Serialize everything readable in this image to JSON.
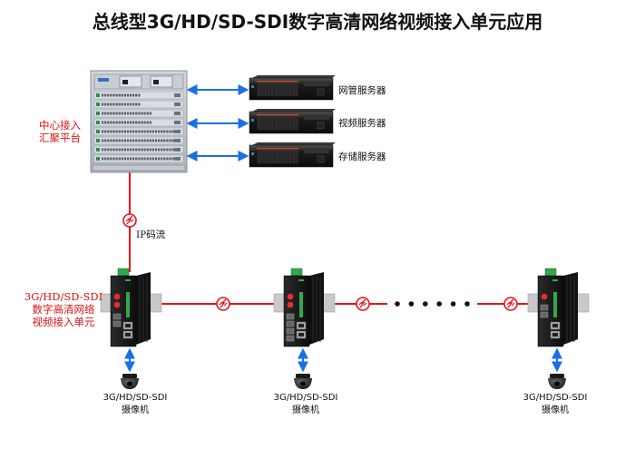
{
  "title": "总线型3G/HD/SD-SDI数字高清网络视频接入单元应用",
  "core": {
    "label_line1": "中心接入",
    "label_line2": "汇聚平台",
    "icon": "chassis-switch-icon"
  },
  "servers": [
    {
      "label": "网管服务器",
      "icon": "rack-server-icon"
    },
    {
      "label": "视频服务器",
      "icon": "rack-server-icon"
    },
    {
      "label": "存储服务器",
      "icon": "rack-server-icon"
    }
  ],
  "uplink": {
    "label": "IP码流",
    "icon": "fiber-link-icon"
  },
  "unit_label": {
    "line1": "3G/HD/SD-SDI",
    "line2": "数字高清网络",
    "line3": "视频接入单元"
  },
  "nodes": [
    {
      "camera_line1": "3G/HD/SD-SDI",
      "camera_line2": "摄像机"
    },
    {
      "camera_line1": "3G/HD/SD-SDI",
      "camera_line2": "摄像机"
    },
    {
      "camera_line1": "3G/HD/SD-SDI",
      "camera_line2": "摄像机"
    }
  ],
  "bus": {
    "ellipsis_dots": 6,
    "link_icon": "fiber-link-icon"
  },
  "colors": {
    "fiber_red": "#e8151b",
    "ethernet_blue": "#1a6fe8",
    "label_red": "#e01010"
  }
}
